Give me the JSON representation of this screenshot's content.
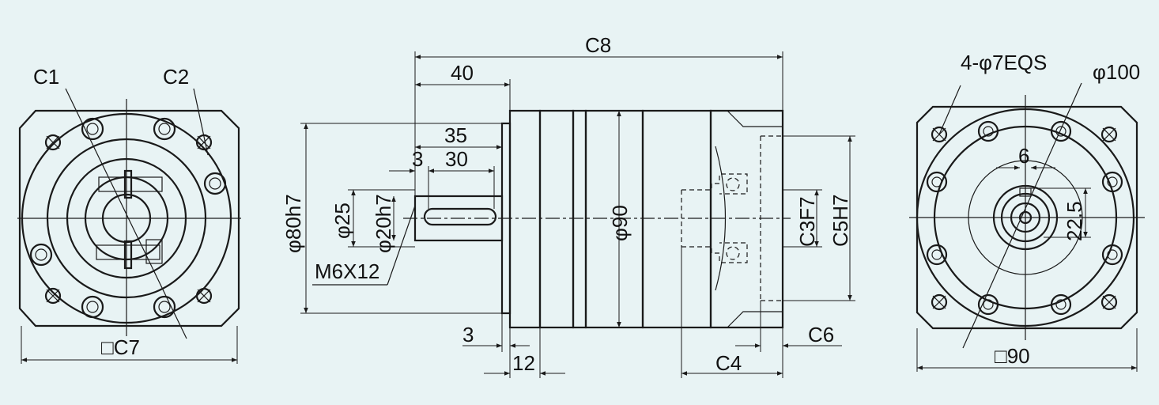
{
  "colors": {
    "background": "#e8f3f4",
    "line": "#1a1a1a"
  },
  "left_view": {
    "c1": "C1",
    "c2": "C2",
    "width": "□C7"
  },
  "side_view": {
    "overall": "C8",
    "len40": "40",
    "len35": "35",
    "len30": "30",
    "len3top": "3",
    "dia80": "φ80h7",
    "dia25": "φ25",
    "dia20": "φ20h7",
    "thread": "M6X12",
    "dia90": "φ90",
    "c3": "C3F7",
    "c5": "C5H7",
    "len3bottom": "3",
    "len12": "12",
    "c4": "C4",
    "c6": "C6"
  },
  "right_view": {
    "holes": "4-φ7EQS",
    "pcd": "φ100",
    "key6": "6",
    "key225": "22.5",
    "width": "□90"
  }
}
